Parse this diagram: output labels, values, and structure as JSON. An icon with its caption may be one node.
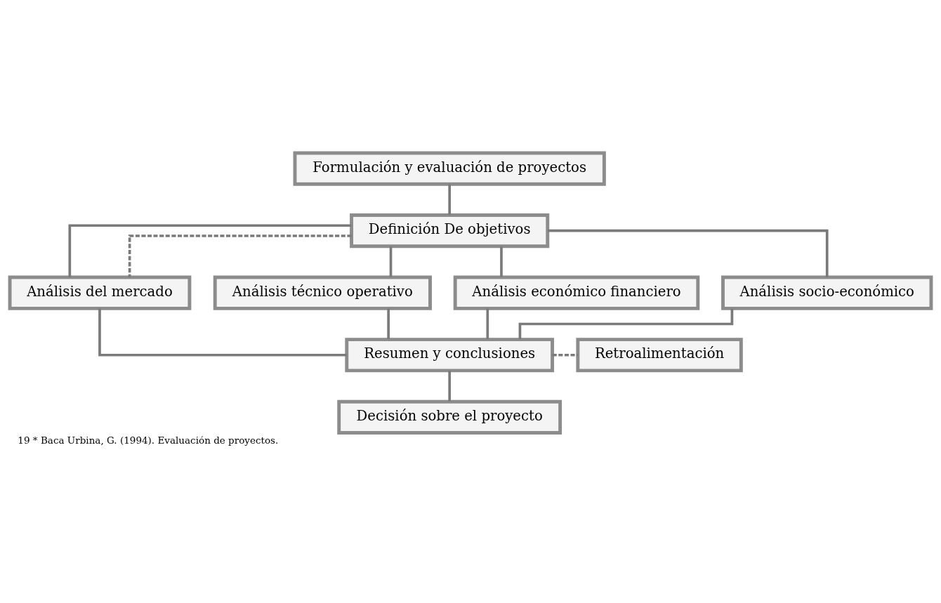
{
  "diagram": {
    "caption": "19 * Baca Urbina, G. (1994). Evaluación de proyectos.",
    "nodes": [
      {
        "text": [
          "Formulación y evaluación de proyectos"
        ]
      },
      {
        "text": [
          "Definición De objetivos"
        ]
      },
      {
        "text": [
          "Análisis del mercado"
        ]
      },
      {
        "text": [
          "Análisis técnico operativo"
        ]
      },
      {
        "text": [
          "Análisis económico financiero"
        ]
      },
      {
        "text": [
          "Análisis socio-económico"
        ]
      },
      {
        "text": [
          "Retroalimentación"
        ]
      },
      {
        "text": [
          "Resumen y conclusiones"
        ]
      },
      {
        "text": [
          "Decisión sobre el proyecto"
        ]
      }
    ],
    "edges": [
      {
        "from": 0,
        "to": 1,
        "arrow": "none"
      },
      {
        "from": 1,
        "to": 2,
        "arrow": "none"
      },
      {
        "from": 1,
        "to": 3,
        "arrow": "none"
      },
      {
        "from": 1,
        "to": 4,
        "arrow": "none"
      },
      {
        "from": 1,
        "to": 5,
        "arrow": "none"
      },
      {
        "from": 1,
        "to": 2,
        "arrow": "none",
        "style": "dashed"
      },
      {
        "from": 2,
        "to": 7,
        "arrow": "none"
      },
      {
        "from": 3,
        "to": 7,
        "arrow": "none"
      },
      {
        "from": 4,
        "to": 7,
        "arrow": "none"
      },
      {
        "from": 5,
        "to": 7,
        "arrow": "none"
      },
      {
        "from": 7,
        "to": 8,
        "arrow": "none"
      },
      {
        "from": 7,
        "to": 6,
        "arrow": "none",
        "style": "dashed"
      }
    ]
  }
}
